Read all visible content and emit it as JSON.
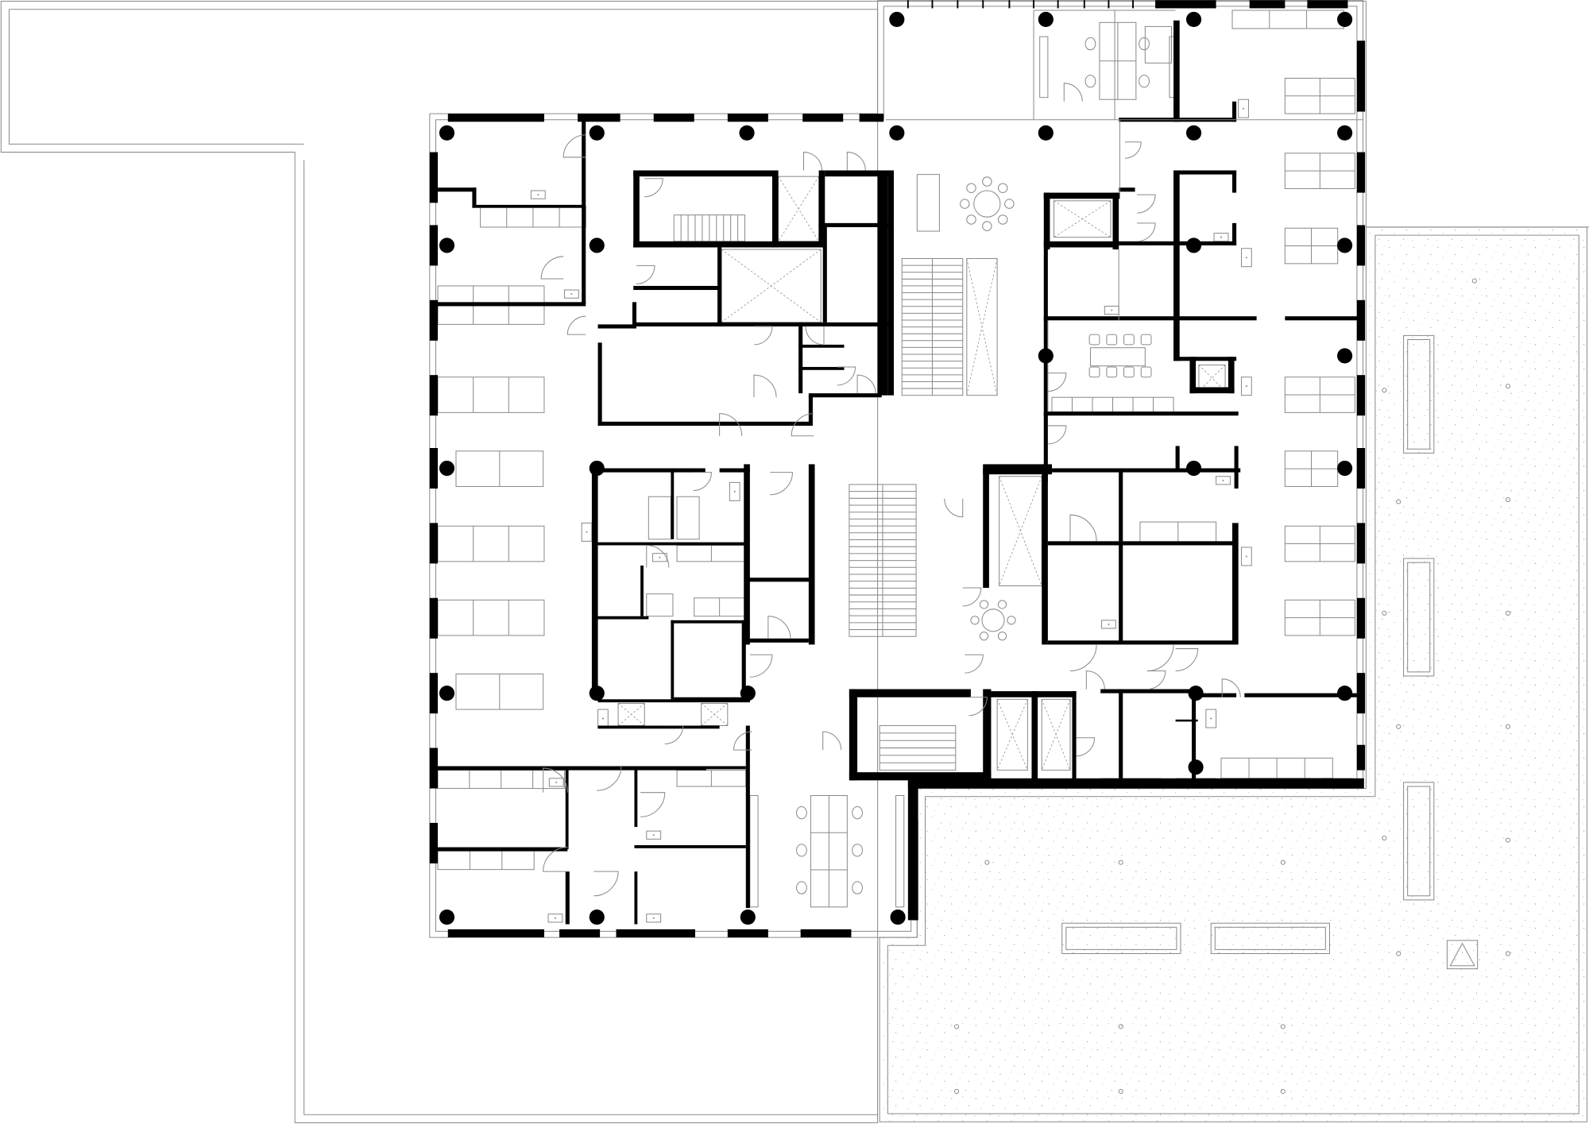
{
  "plan": {
    "type": "architectural floor plan",
    "colors": {
      "wall": "#000000",
      "line": "#8a8a8a",
      "background": "#ffffff",
      "terrace_speckle": "#9a9a9a"
    },
    "icons": [
      "structural-column",
      "door-swing",
      "stair",
      "elevator-shaft",
      "desk",
      "chair",
      "sink",
      "terrace-planter"
    ]
  }
}
